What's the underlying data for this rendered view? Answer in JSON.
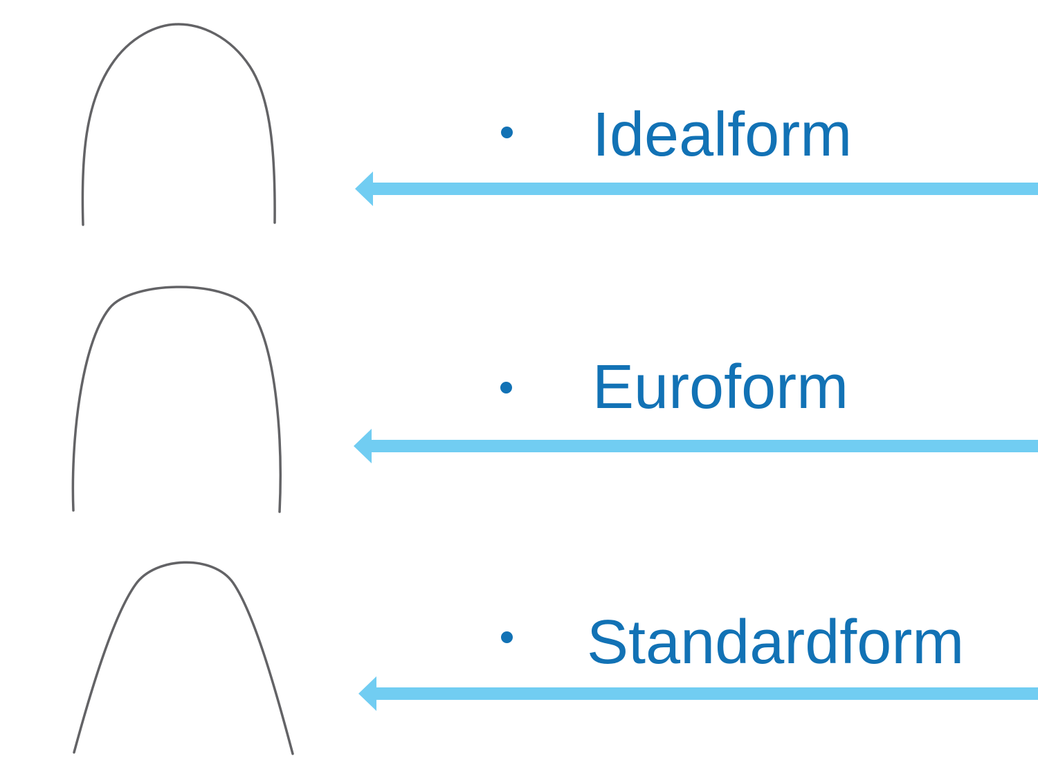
{
  "colors": {
    "background": "#ffffff",
    "label_blue": "#1272b5",
    "arrow_blue": "#71cdf2",
    "wire_gray": "#636366"
  },
  "items": [
    {
      "label": "Idealform",
      "bullet_icon": "bullet-dot-icon",
      "image": "idealform-archwire-photo",
      "arrow_icon": "left-arrow-icon"
    },
    {
      "label": "Euroform",
      "bullet_icon": "bullet-dot-icon",
      "image": "euroform-archwire-photo",
      "arrow_icon": "left-arrow-icon"
    },
    {
      "label": "Standardform",
      "bullet_icon": "bullet-dot-icon",
      "image": "standardform-archwire-photo",
      "arrow_icon": "left-arrow-icon"
    }
  ]
}
